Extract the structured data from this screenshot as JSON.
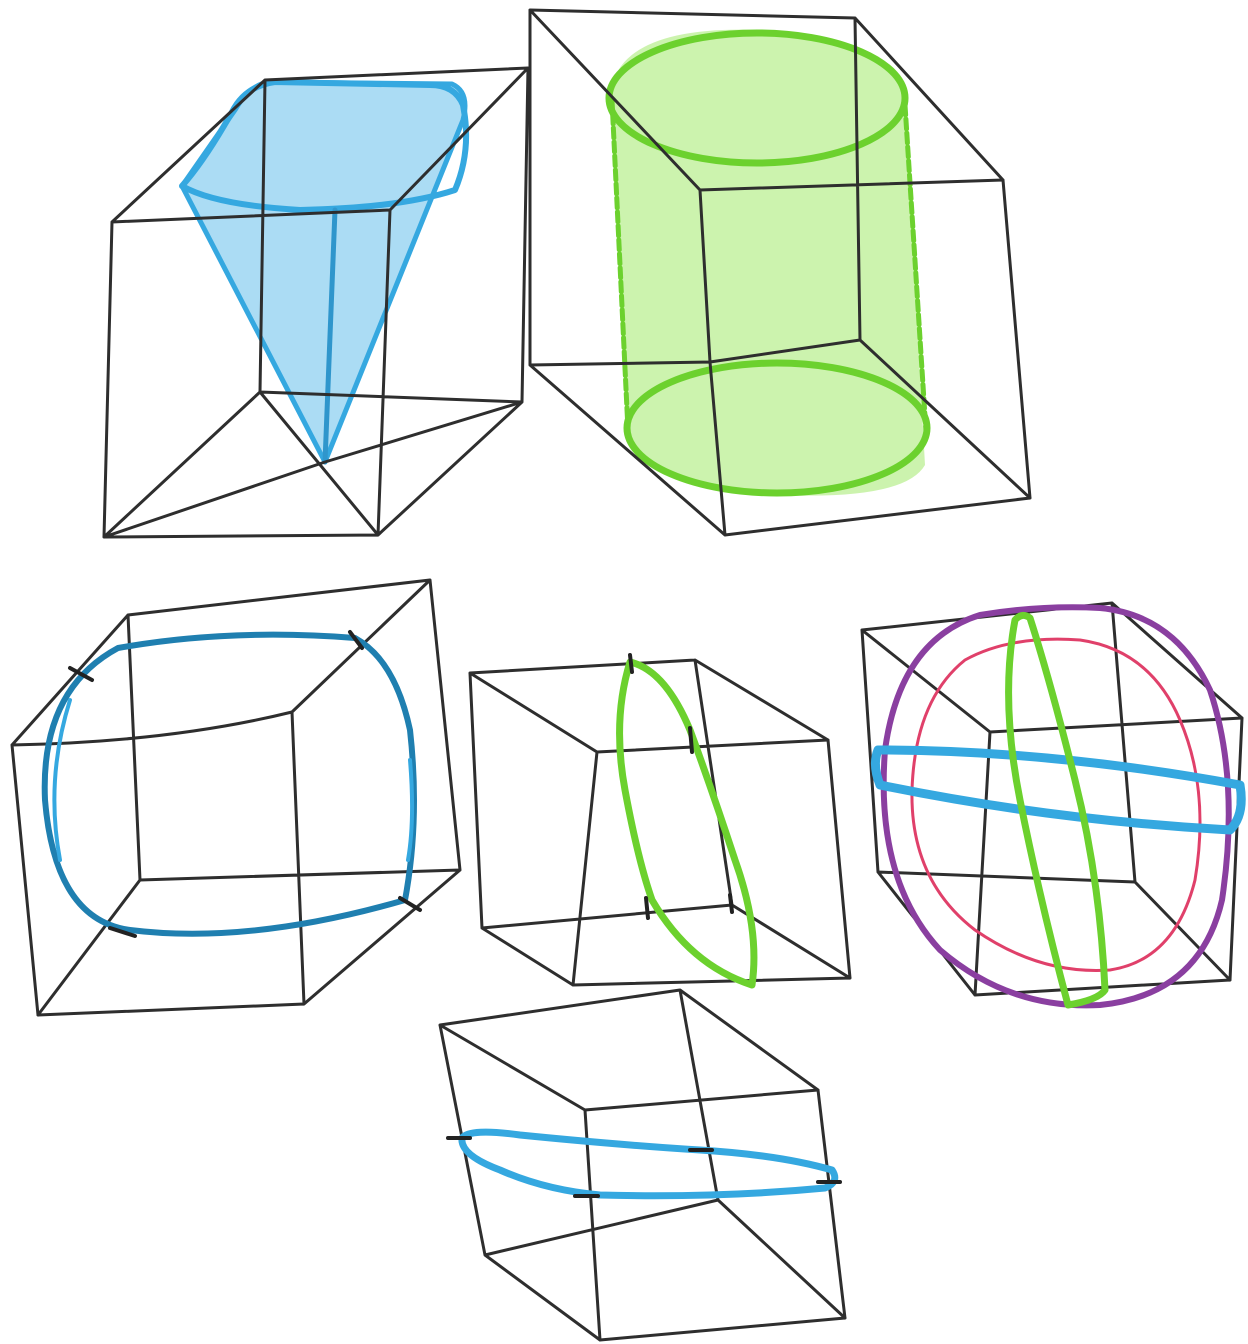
{
  "palette": {
    "frame": "#2e2e2e",
    "blue": "#35a8e0",
    "blue_fill": "#8fd0f0",
    "green": "#6cd12e",
    "green_fill": "#bff09a",
    "purple": "#8a3fa0",
    "pink": "#e0406a"
  },
  "sketches": [
    {
      "name": "cone-in-cube",
      "shape": "inverted cone",
      "color": "blue"
    },
    {
      "name": "cylinder-in-cube",
      "shape": "cylinder",
      "color": "green"
    },
    {
      "name": "horizontal-section-cube",
      "shape": "loop",
      "color": "blue"
    },
    {
      "name": "diagonal-section-cube",
      "shape": "loop",
      "color": "green"
    },
    {
      "name": "combined-sections-cube",
      "shape": "loops",
      "colors": [
        "purple",
        "pink",
        "blue",
        "green"
      ]
    },
    {
      "name": "tilted-section-cube",
      "shape": "loop",
      "color": "blue"
    }
  ]
}
